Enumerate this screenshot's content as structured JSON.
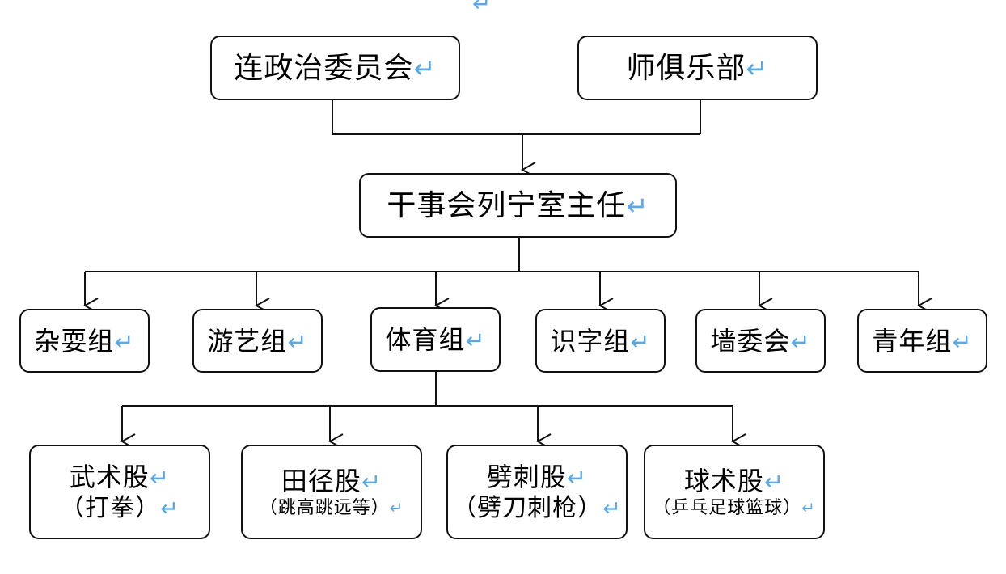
{
  "return_mark": "↵",
  "top": {
    "committee": "连政治委员会",
    "club": "师俱乐部"
  },
  "middle": {
    "director": "干事会列宁室主任"
  },
  "groups": [
    {
      "label": "杂耍组"
    },
    {
      "label": "游艺组"
    },
    {
      "label": "体育组"
    },
    {
      "label": "识字组"
    },
    {
      "label": "墙委会"
    },
    {
      "label": "青年组"
    }
  ],
  "sections": [
    {
      "label": "武术股",
      "sub": "（打拳）"
    },
    {
      "label": "田径股",
      "sub": "（跳高跳远等）"
    },
    {
      "label": "劈刺股",
      "sub": "（劈刀刺枪）"
    },
    {
      "label": "球术股",
      "sub": "（乒乓足球篮球）"
    }
  ],
  "colors": {
    "line": "#111111",
    "mark": "#5aa9e6"
  }
}
